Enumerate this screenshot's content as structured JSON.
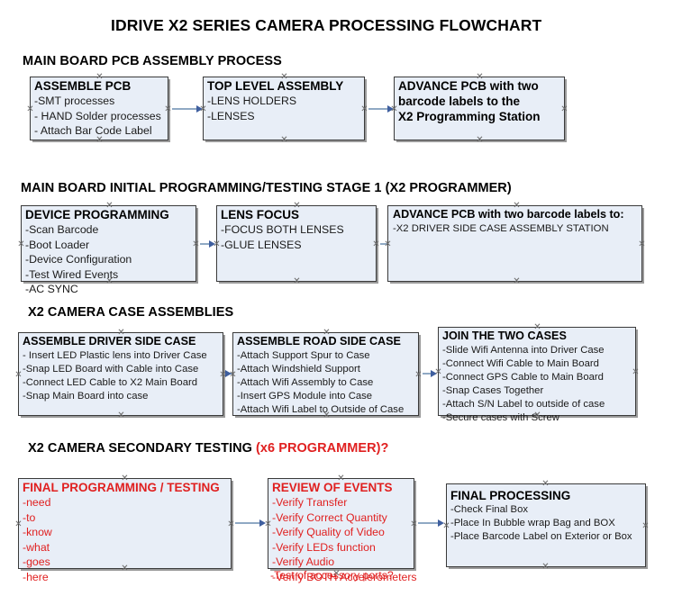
{
  "document": {
    "title": "IDRIVE X2  SERIES CAMERA PROCESSING FLOWCHART"
  },
  "colors": {
    "box_fill": "#e8eef7",
    "box_border": "#3a3a3a",
    "connector": "#8fa9c4",
    "arrowhead": "#3f5f9f",
    "text_black": "#000000",
    "text_red": "#e02020"
  },
  "sections": [
    {
      "heading": "MAIN BOARD PCB ASSEMBLY PROCESS",
      "heading_accent": "",
      "boxes": [
        {
          "title": "ASSEMBLE PCB",
          "lines": [
            " -SMT processes",
            "- HAND Solder processes",
            "- Attach Bar Code Label"
          ]
        },
        {
          "title": "TOP LEVEL ASSEMBLY",
          "lines": [
            "-LENS HOLDERS",
            "-LENSES"
          ]
        },
        {
          "title": "ADVANCE PCB with two",
          "lines": [
            "barcode labels to the",
            " X2 Programming Station"
          ]
        }
      ]
    },
    {
      "heading": "MAIN BOARD INITIAL PROGRAMMING/TESTING STAGE 1 (X2 PROGRAMMER)",
      "heading_accent": "",
      "boxes": [
        {
          "title": "DEVICE PROGRAMMING",
          "lines": [
            "-Scan Barcode",
            "-Boot Loader",
            "-Device Configuration",
            "-Test Wired Events",
            "-AC SYNC"
          ]
        },
        {
          "title": "LENS FOCUS",
          "lines": [
            "-FOCUS BOTH LENSES",
            "-GLUE LENSES"
          ]
        },
        {
          "title": "ADVANCE PCB with two barcode labels to:",
          "lines": [
            "-X2 DRIVER  SIDE  CASE  ASSEMBLY STATION"
          ]
        }
      ]
    },
    {
      "heading": "X2 CAMERA CASE ASSEMBLIES",
      "heading_accent": "",
      "boxes": [
        {
          "title": "ASSEMBLE DRIVER SIDE CASE",
          "lines": [
            "- Insert LED Plastic lens into Driver Case",
            "-Snap LED Board with Cable into Case",
            "-Connect LED Cable to X2 Main Board",
            "-Snap Main Board into case"
          ]
        },
        {
          "title": "ASSEMBLE ROAD SIDE CASE",
          "lines": [
            "-Attach Support Spur to Case",
            "-Attach Windshield Support",
            "-Attach Wifi Assembly to Case",
            "-Insert GPS Module into Case",
            "-Attach Wifi Label to Outside of Case"
          ]
        },
        {
          "title": "JOIN THE TWO CASES",
          "lines": [
            "-Slide Wifi Antenna into Driver Case",
            "-Connect Wifi Cable to Main Board",
            "-Connect GPS Cable to Main Board",
            "-Snap Cases Together",
            "-Attach S/N Label to outside of case",
            "-Secure cases with Screw"
          ]
        }
      ]
    },
    {
      "heading": "X2 CAMERA SECONDARY TESTING ",
      "heading_accent": "(x6 PROGRAMMER)?",
      "boxes": [
        {
          "title": "FINAL PROGRAMMING / TESTING",
          "lines": [
            "-need",
            "-to",
            "-know",
            "-what",
            "-goes",
            "-here"
          ]
        },
        {
          "title": "REVIEW OF EVENTS",
          "lines": [
            "-Verify Transfer",
            "-Verify Correct Quantity",
            "-Verify Quality of Video",
            "-Verify LEDs function",
            "-Verify Audio",
            "-Verify BOTH Accelerometers"
          ],
          "overflow_line": "-Test of accessory ports?"
        },
        {
          "title": "FINAL PROCESSING",
          "lines": [
            " -Check Final Box",
            "-Place In Bubble wrap Bag and BOX",
            "-Place Barcode Label on Exterior or Box"
          ]
        }
      ]
    }
  ]
}
